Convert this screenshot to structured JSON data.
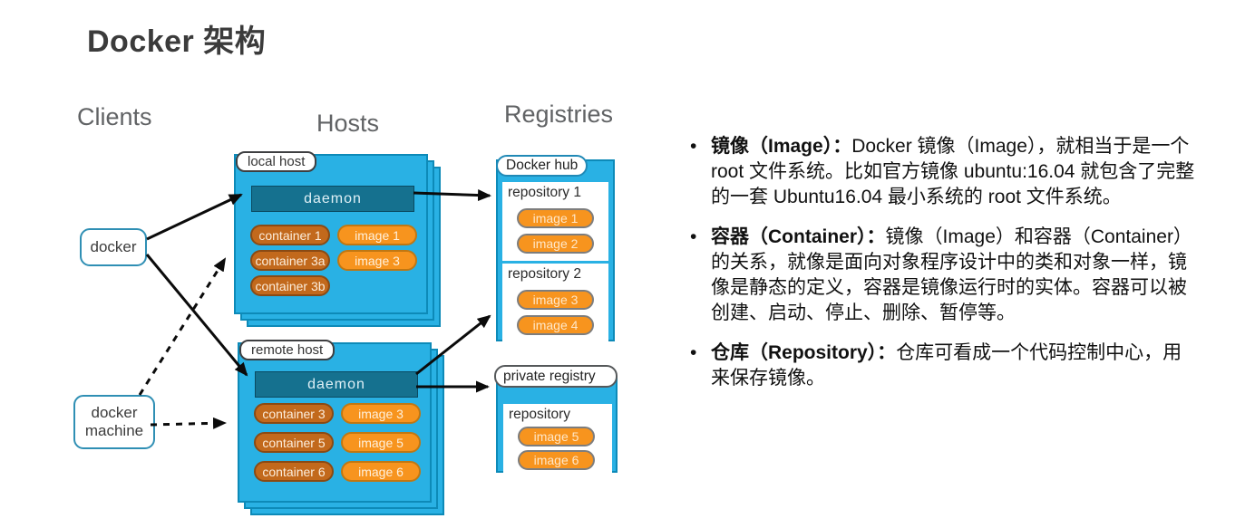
{
  "title": "Docker 架构",
  "bullet_char": "•",
  "diagram": {
    "headers": {
      "clients": "Clients",
      "hosts": "Hosts",
      "registries": "Registries"
    },
    "clients": {
      "docker": "docker",
      "docker_machine": "docker machine"
    },
    "local_host": {
      "label": "local host",
      "daemon": "daemon",
      "containers": [
        "container 1",
        "container 3a",
        "container 3b"
      ],
      "images": [
        "image 1",
        "image 3"
      ]
    },
    "remote_host": {
      "label": "remote host",
      "daemon": "daemon",
      "containers": [
        "container 3",
        "container 5",
        "container 6"
      ],
      "images": [
        "image 3",
        "image 5",
        "image 6"
      ]
    },
    "docker_hub": {
      "label": "Docker hub",
      "repo1": {
        "name": "repository 1",
        "images": [
          "image 1",
          "image 2"
        ]
      },
      "repo2": {
        "name": "repository 2",
        "images": [
          "image 3",
          "image 4"
        ]
      }
    },
    "private_registry": {
      "label": "private registry",
      "repo": {
        "name": "repository",
        "images": [
          "image 5",
          "image 6"
        ]
      }
    }
  },
  "notes": [
    {
      "term": "镜像（Image）：",
      "text": "Docker 镜像（Image），就相当于是一个 root 文件系统。比如官方镜像 ubuntu:16.04 就包含了完整的一套 Ubuntu16.04 最小系统的 root 文件系统。"
    },
    {
      "term": "容器（Container）：",
      "text": "镜像（Image）和容器（Container）的关系，就像是面向对象程序设计中的类和对象一样，镜像是静态的定义，容器是镜像运行时的实体。容器可以被创建、启动、停止、删除、暂停等。"
    },
    {
      "term": "仓库（Repository）：",
      "text": "仓库可看成一个代码控制中心，用来保存镜像。"
    }
  ],
  "colors": {
    "host_box": "#29b1e4",
    "daemon_bar": "#15718f",
    "container_pill": "#c2691c",
    "image_pill": "#f7941e",
    "arrow": "#0b0b0b"
  }
}
